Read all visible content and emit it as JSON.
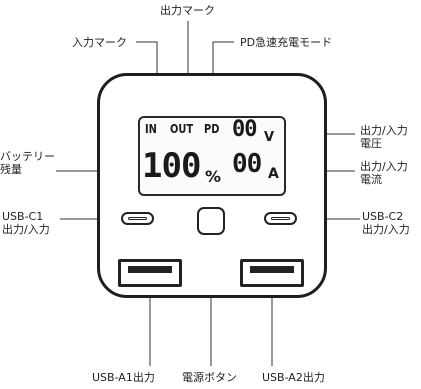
{
  "labels": {
    "output_mark": "出力マーク",
    "input_mark": "入力マーク",
    "pd_mode": "PD急速充電モード",
    "battery_line1": "バッテリー",
    "battery_line2": "残量",
    "out_in_voltage_line1": "出力/入力",
    "out_in_voltage_line2": "電圧",
    "out_in_current_line1": "出力/入力",
    "out_in_current_line2": "電流",
    "usb_c1_line1": "USB-C1",
    "usb_c1_line2": "出力/入力",
    "usb_c2_line1": "USB-C2",
    "usb_c2_line2": "出力/入力",
    "usb_a1": "USB-A1出力",
    "power_button": "電源ボタン",
    "usb_a2": "USB-A2出力"
  },
  "display": {
    "in": "IN",
    "out": "OUT",
    "pd": "PD",
    "battery_digits": "100",
    "percent": "%",
    "voltage_digits": "00",
    "voltage_unit": "V",
    "current_digits": "00",
    "current_unit": "A"
  },
  "colors": {
    "ink": "#222222",
    "background": "#ffffff"
  }
}
